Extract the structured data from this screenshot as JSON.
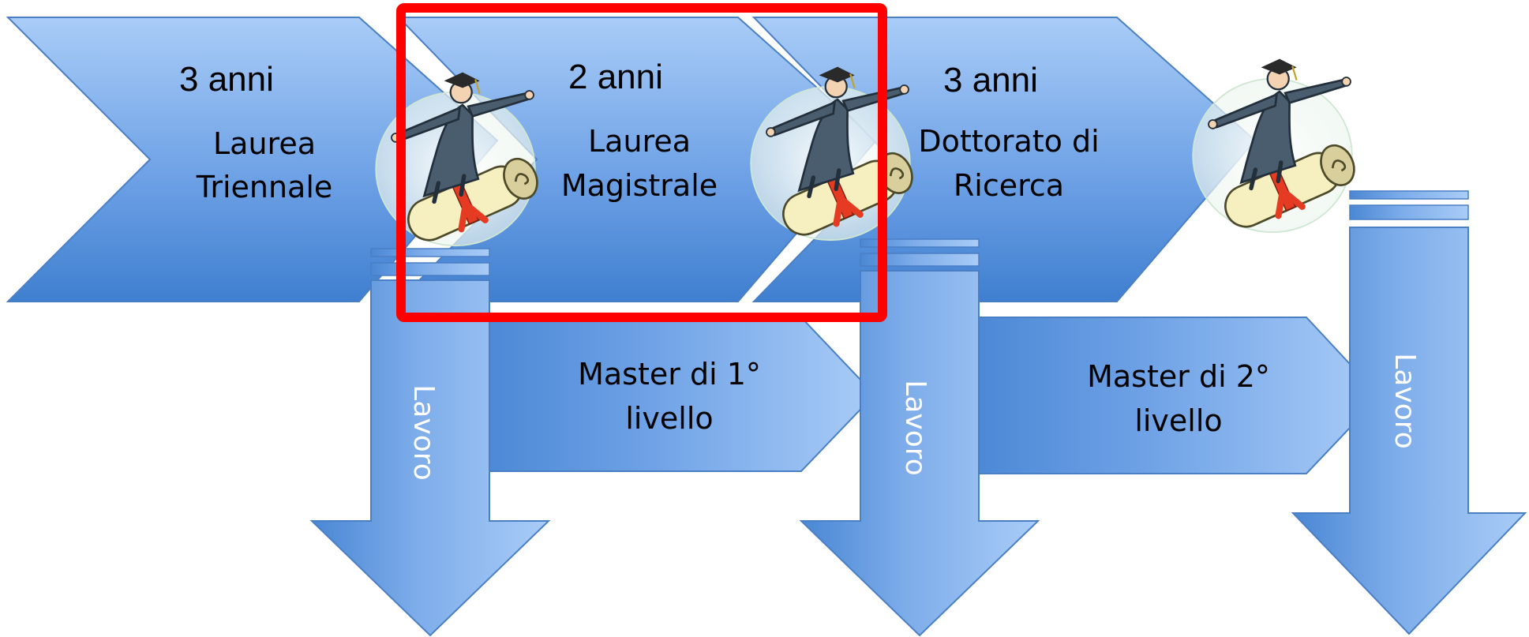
{
  "stages": [
    {
      "years": "3 anni",
      "line1": "Laurea",
      "line2": "Triennale"
    },
    {
      "years": "2 anni",
      "line1": "Laurea",
      "line2": "Magistrale"
    },
    {
      "years": "3 anni",
      "line1": "Dottorato di",
      "line2": "Ricerca"
    }
  ],
  "masters": [
    {
      "line1": "Master di 1°",
      "line2": "livello"
    },
    {
      "line1": "Master di 2°",
      "line2": "livello"
    }
  ],
  "work": [
    "Lavoro",
    "Lavoro",
    "Lavoro"
  ],
  "icons": {
    "graduate": "graduate-surfing-diploma-icon"
  },
  "colors": {
    "arrow_light": "#9ec3f5",
    "arrow_dark": "#3d7fd1",
    "arrow_stroke": "#4a7fc4",
    "highlight": "#ff0000"
  }
}
